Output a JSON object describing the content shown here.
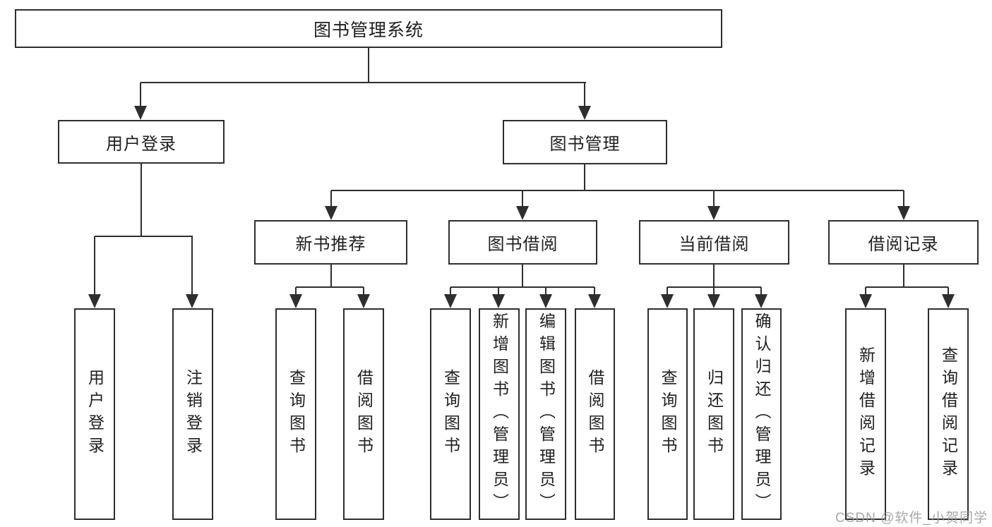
{
  "colors": {
    "line": "#2e2e2e",
    "text": "#1f1f1f",
    "watermark": "#999999",
    "background": "#ffffff",
    "box_bg": "#ffffff"
  },
  "diagram": {
    "title": "图书管理系统",
    "level2": [
      {
        "label": "用户登录"
      },
      {
        "label": "图书管理"
      }
    ],
    "level3": [
      {
        "label": "新书推荐",
        "parent": "图书管理"
      },
      {
        "label": "图书借阅",
        "parent": "图书管理"
      },
      {
        "label": "当前借阅",
        "parent": "图书管理"
      },
      {
        "label": "借阅记录",
        "parent": "图书管理"
      }
    ],
    "leaves": [
      {
        "label": "用户登录",
        "parent": "用户登录"
      },
      {
        "label": "注销登录",
        "parent": "用户登录"
      },
      {
        "label": "查询图书",
        "parent": "新书推荐"
      },
      {
        "label": "借阅图书",
        "parent": "新书推荐"
      },
      {
        "label": "查询图书",
        "parent": "图书借阅"
      },
      {
        "label": "新增图书（管理员）",
        "parent": "图书借阅"
      },
      {
        "label": "编辑图书（管理员）",
        "parent": "图书借阅"
      },
      {
        "label": "借阅图书",
        "parent": "图书借阅"
      },
      {
        "label": "查询图书",
        "parent": "当前借阅"
      },
      {
        "label": "归还图书",
        "parent": "当前借阅"
      },
      {
        "label": "确认归还（管理员）",
        "parent": "当前借阅"
      },
      {
        "label": "新增借阅记录",
        "parent": "借阅记录"
      },
      {
        "label": "查询借阅记录",
        "parent": "借阅记录"
      }
    ]
  },
  "watermark": {
    "text": "CSDN @软件_小贺同学"
  }
}
